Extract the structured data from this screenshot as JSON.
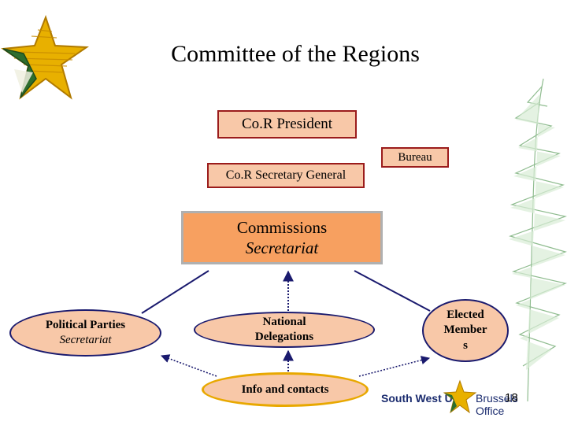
{
  "title": "Committee of the Regions",
  "nodes": {
    "president": "Co.R President",
    "bureau": "Bureau",
    "secretary_general": "Co.R Secretary General",
    "commissions": {
      "line1": "Commissions",
      "line2": "Secretariat"
    },
    "political_parties": {
      "line1": "Political Parties",
      "line2": "Secretariat"
    },
    "national_delegations": {
      "line1": "National",
      "line2": "Delegations"
    },
    "elected_members": {
      "line1": "Elected",
      "line2": "Member",
      "line3": "s"
    },
    "info_contacts": "Info and contacts"
  },
  "logo": {
    "left_text": "South West UK",
    "right_text": "Brussels Office"
  },
  "page_number": "18",
  "colors": {
    "box_fill": "#f8c8a8",
    "box_border": "#9b1c1c",
    "commissions_fill": "#f7a060",
    "ellipse_border": "#1a1a6e",
    "info_border": "#e8a800",
    "star_yellow": "#e8b000",
    "star_green": "#2e6e2e"
  },
  "icons": [
    "star-logo-icon",
    "tree-decoration-icon",
    "brussels-office-star-icon"
  ]
}
